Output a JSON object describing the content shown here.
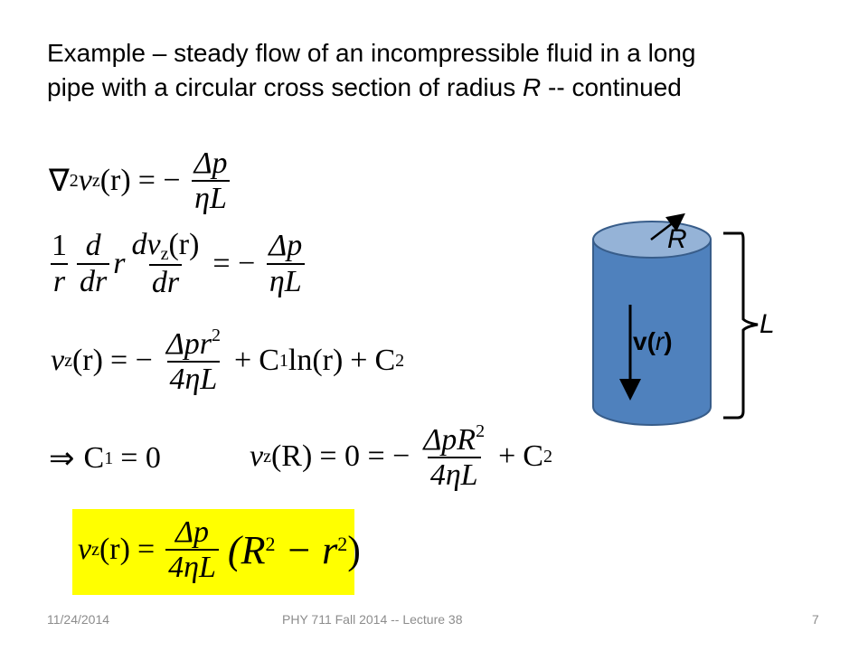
{
  "slide": {
    "title_line1": "Example – steady flow of an incompressible fluid in a long",
    "title_line2_a": "pipe with a circular cross section of radius ",
    "title_line2_R": "R",
    "title_line2_b": " -- continued"
  },
  "equations": {
    "eq1": {
      "lhs_nabla": "∇",
      "lhs_sq": "2",
      "lhs_v": "v",
      "lhs_z": "z",
      "lhs_arg": "(r)",
      "eq": "= −",
      "num": "Δp",
      "den": "ηL"
    },
    "eq2": {
      "one": "1",
      "r": "r",
      "d": "d",
      "dr": "dr",
      "r2": "r",
      "dvz": "dv",
      "z": "z",
      "arg": "(r)",
      "dr2": "dr",
      "eq": "= −",
      "num": "Δp",
      "den": "ηL"
    },
    "eq3": {
      "v": "v",
      "z": "z",
      "arg": "(r)",
      "eq": "= −",
      "num": "Δpr",
      "sq": "2",
      "den": "4ηL",
      "plus1": "+",
      "C": "C",
      "one": "1",
      "ln": "ln(r)",
      "plus2": "+",
      "C2": "C",
      "two": "2"
    },
    "eq4": {
      "implies": "⇒",
      "C": "C",
      "one": "1",
      "eq0": "= 0"
    },
    "eq5": {
      "v": "v",
      "z": "z",
      "arg": "(R)",
      "eq": "= 0 = −",
      "num": "ΔpR",
      "sq": "2",
      "den": "4ηL",
      "plus": "+",
      "C": "C",
      "two": "2"
    },
    "eq6": {
      "v": "v",
      "z": "z",
      "arg": "(r)",
      "eq": "=",
      "num": "Δp",
      "den": "4ηL",
      "paren": "(R",
      "sq1": "2",
      "minus": " − r",
      "sq2": "2",
      "close": ")"
    }
  },
  "diagram": {
    "label_R": "R",
    "label_L": "L",
    "label_v_bold": "v",
    "label_v_open": "(",
    "label_v_r": "r",
    "label_v_close": ")",
    "cylinder_side_color": "#4f81bd",
    "cylinder_top_color": "#95b3d7",
    "stroke_color": "#385d8a"
  },
  "footer": {
    "date": "11/24/2014",
    "course": "PHY 711  Fall 2014 -- Lecture 38",
    "page": "7"
  }
}
